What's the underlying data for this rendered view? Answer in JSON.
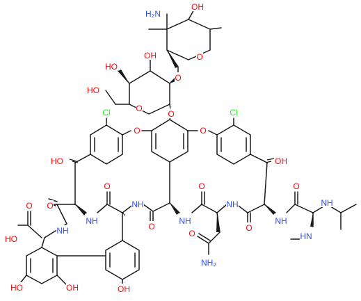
{
  "colors": {
    "bond": "#1a1a1a",
    "oxygen": "#ff0d0d",
    "nitrogen": "#3050f8",
    "chlorine": "#1ff01f"
  },
  "atoms": [
    {
      "id": "sugar2-nh2",
      "text": "H₂N",
      "element": "N"
    },
    {
      "id": "sugar2-oh",
      "text": "OH",
      "element": "O"
    },
    {
      "id": "sugar2-ring-o",
      "text": "O",
      "element": "O"
    },
    {
      "id": "glyco-o-1",
      "text": "O",
      "element": "O"
    },
    {
      "id": "sugar1-oh-a",
      "text": "HO",
      "element": "O"
    },
    {
      "id": "sugar1-oh-b",
      "text": "OH",
      "element": "O"
    },
    {
      "id": "sugar1-oh-c",
      "text": "HO",
      "element": "O"
    },
    {
      "id": "sugar1-ring-o",
      "text": "O",
      "element": "O"
    },
    {
      "id": "glyco-o-2",
      "text": "O",
      "element": "O"
    },
    {
      "id": "cl-left",
      "text": "Cl",
      "element": "Cl"
    },
    {
      "id": "cl-right",
      "text": "Cl",
      "element": "Cl"
    },
    {
      "id": "ether-o-left",
      "text": "O",
      "element": "O"
    },
    {
      "id": "ether-o-right",
      "text": "O",
      "element": "O"
    },
    {
      "id": "benzyl-oh-left",
      "text": "HO",
      "element": "O"
    },
    {
      "id": "benzyl-oh-right",
      "text": "OH",
      "element": "O"
    },
    {
      "id": "amide-o-1",
      "text": "O",
      "element": "O"
    },
    {
      "id": "amide-o-2",
      "text": "O",
      "element": "O"
    },
    {
      "id": "amide-o-3",
      "text": "O",
      "element": "O"
    },
    {
      "id": "amide-o-4",
      "text": "O",
      "element": "O"
    },
    {
      "id": "amide-o-5",
      "text": "O",
      "element": "O"
    },
    {
      "id": "amide-o-6",
      "text": "O",
      "element": "O"
    },
    {
      "id": "acid-o",
      "text": "O",
      "element": "O"
    },
    {
      "id": "acid-oh",
      "text": "HO",
      "element": "O"
    },
    {
      "id": "amide-nh-1",
      "text": "NH",
      "element": "N"
    },
    {
      "id": "amide-nh-2",
      "text": "NH",
      "element": "N"
    },
    {
      "id": "amide-nh-3",
      "text": "NH",
      "element": "N"
    },
    {
      "id": "amide-nh-4",
      "text": "NH",
      "element": "N"
    },
    {
      "id": "amide-nh-5",
      "text": "NH",
      "element": "N"
    },
    {
      "id": "amide-nh-6",
      "text": "NH",
      "element": "N"
    },
    {
      "id": "amide-nh-7",
      "text": "NH",
      "element": "N"
    },
    {
      "id": "asn-o",
      "text": "O",
      "element": "O"
    },
    {
      "id": "asn-nh2",
      "text": "NH₂",
      "element": "N"
    },
    {
      "id": "methylamine",
      "text": "HN",
      "element": "N"
    },
    {
      "id": "phenol-oh-left",
      "text": "HO",
      "element": "O"
    },
    {
      "id": "phenol-oh-mid",
      "text": "OH",
      "element": "O"
    },
    {
      "id": "phenol-oh-right",
      "text": "OH",
      "element": "O"
    }
  ]
}
